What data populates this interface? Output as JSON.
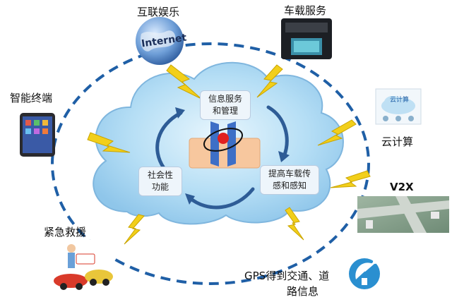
{
  "labels": {
    "internet_entertainment": "互联娱乐",
    "vehicle_service": "车载服务",
    "smart_terminal": "智能终端",
    "cloud_computing": "云计算",
    "v2x": "V2X",
    "emergency_rescue": "紧急救援",
    "gps_line1": "GPS得到交通、道",
    "gps_line2": "路信息"
  },
  "globe_text": "Internet",
  "cloud_icon_text": "云计算",
  "boxes": {
    "info_service": [
      "信息服务",
      "和管理"
    ],
    "social": [
      "社会性",
      "功能"
    ],
    "perception": [
      "提高车载传",
      "感和感知"
    ]
  },
  "colors": {
    "cloud_fill": "#a9d6f2",
    "dashed_ellipse": "#1f5fa6",
    "lightning": "#f2cf1a",
    "arrow": "#2e5c96",
    "platform": "#f7c79e"
  }
}
